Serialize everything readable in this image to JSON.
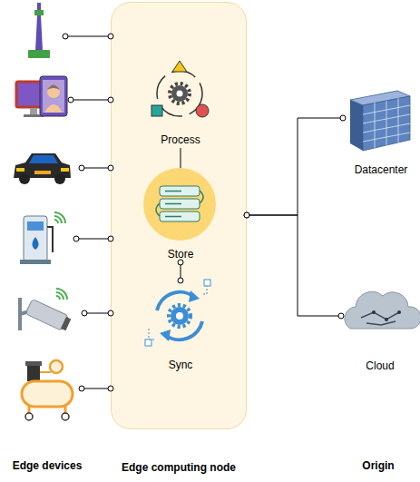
{
  "diagram": {
    "nodes": [
      {
        "text": [
          "Edge computing node"
        ]
      },
      {
        "text": [
          "Process"
        ],
        "in": 0
      },
      {
        "text": [
          "Store"
        ],
        "in": 0
      },
      {
        "text": [
          "Sync"
        ],
        "in": 0
      },
      {
        "text": [
          "Datacenter"
        ]
      },
      {
        "text": [
          "Cloud"
        ]
      }
    ],
    "edges": [
      {
        "from": 1,
        "to": 2,
        "arrow": "none"
      },
      {
        "from": 2,
        "to": 3,
        "arrow": "none"
      },
      {
        "from": 0,
        "to": 4,
        "arrow": "none"
      },
      {
        "from": 0,
        "to": 5,
        "arrow": "none"
      }
    ],
    "labels": [
      "Edge devices",
      "Origin"
    ]
  }
}
